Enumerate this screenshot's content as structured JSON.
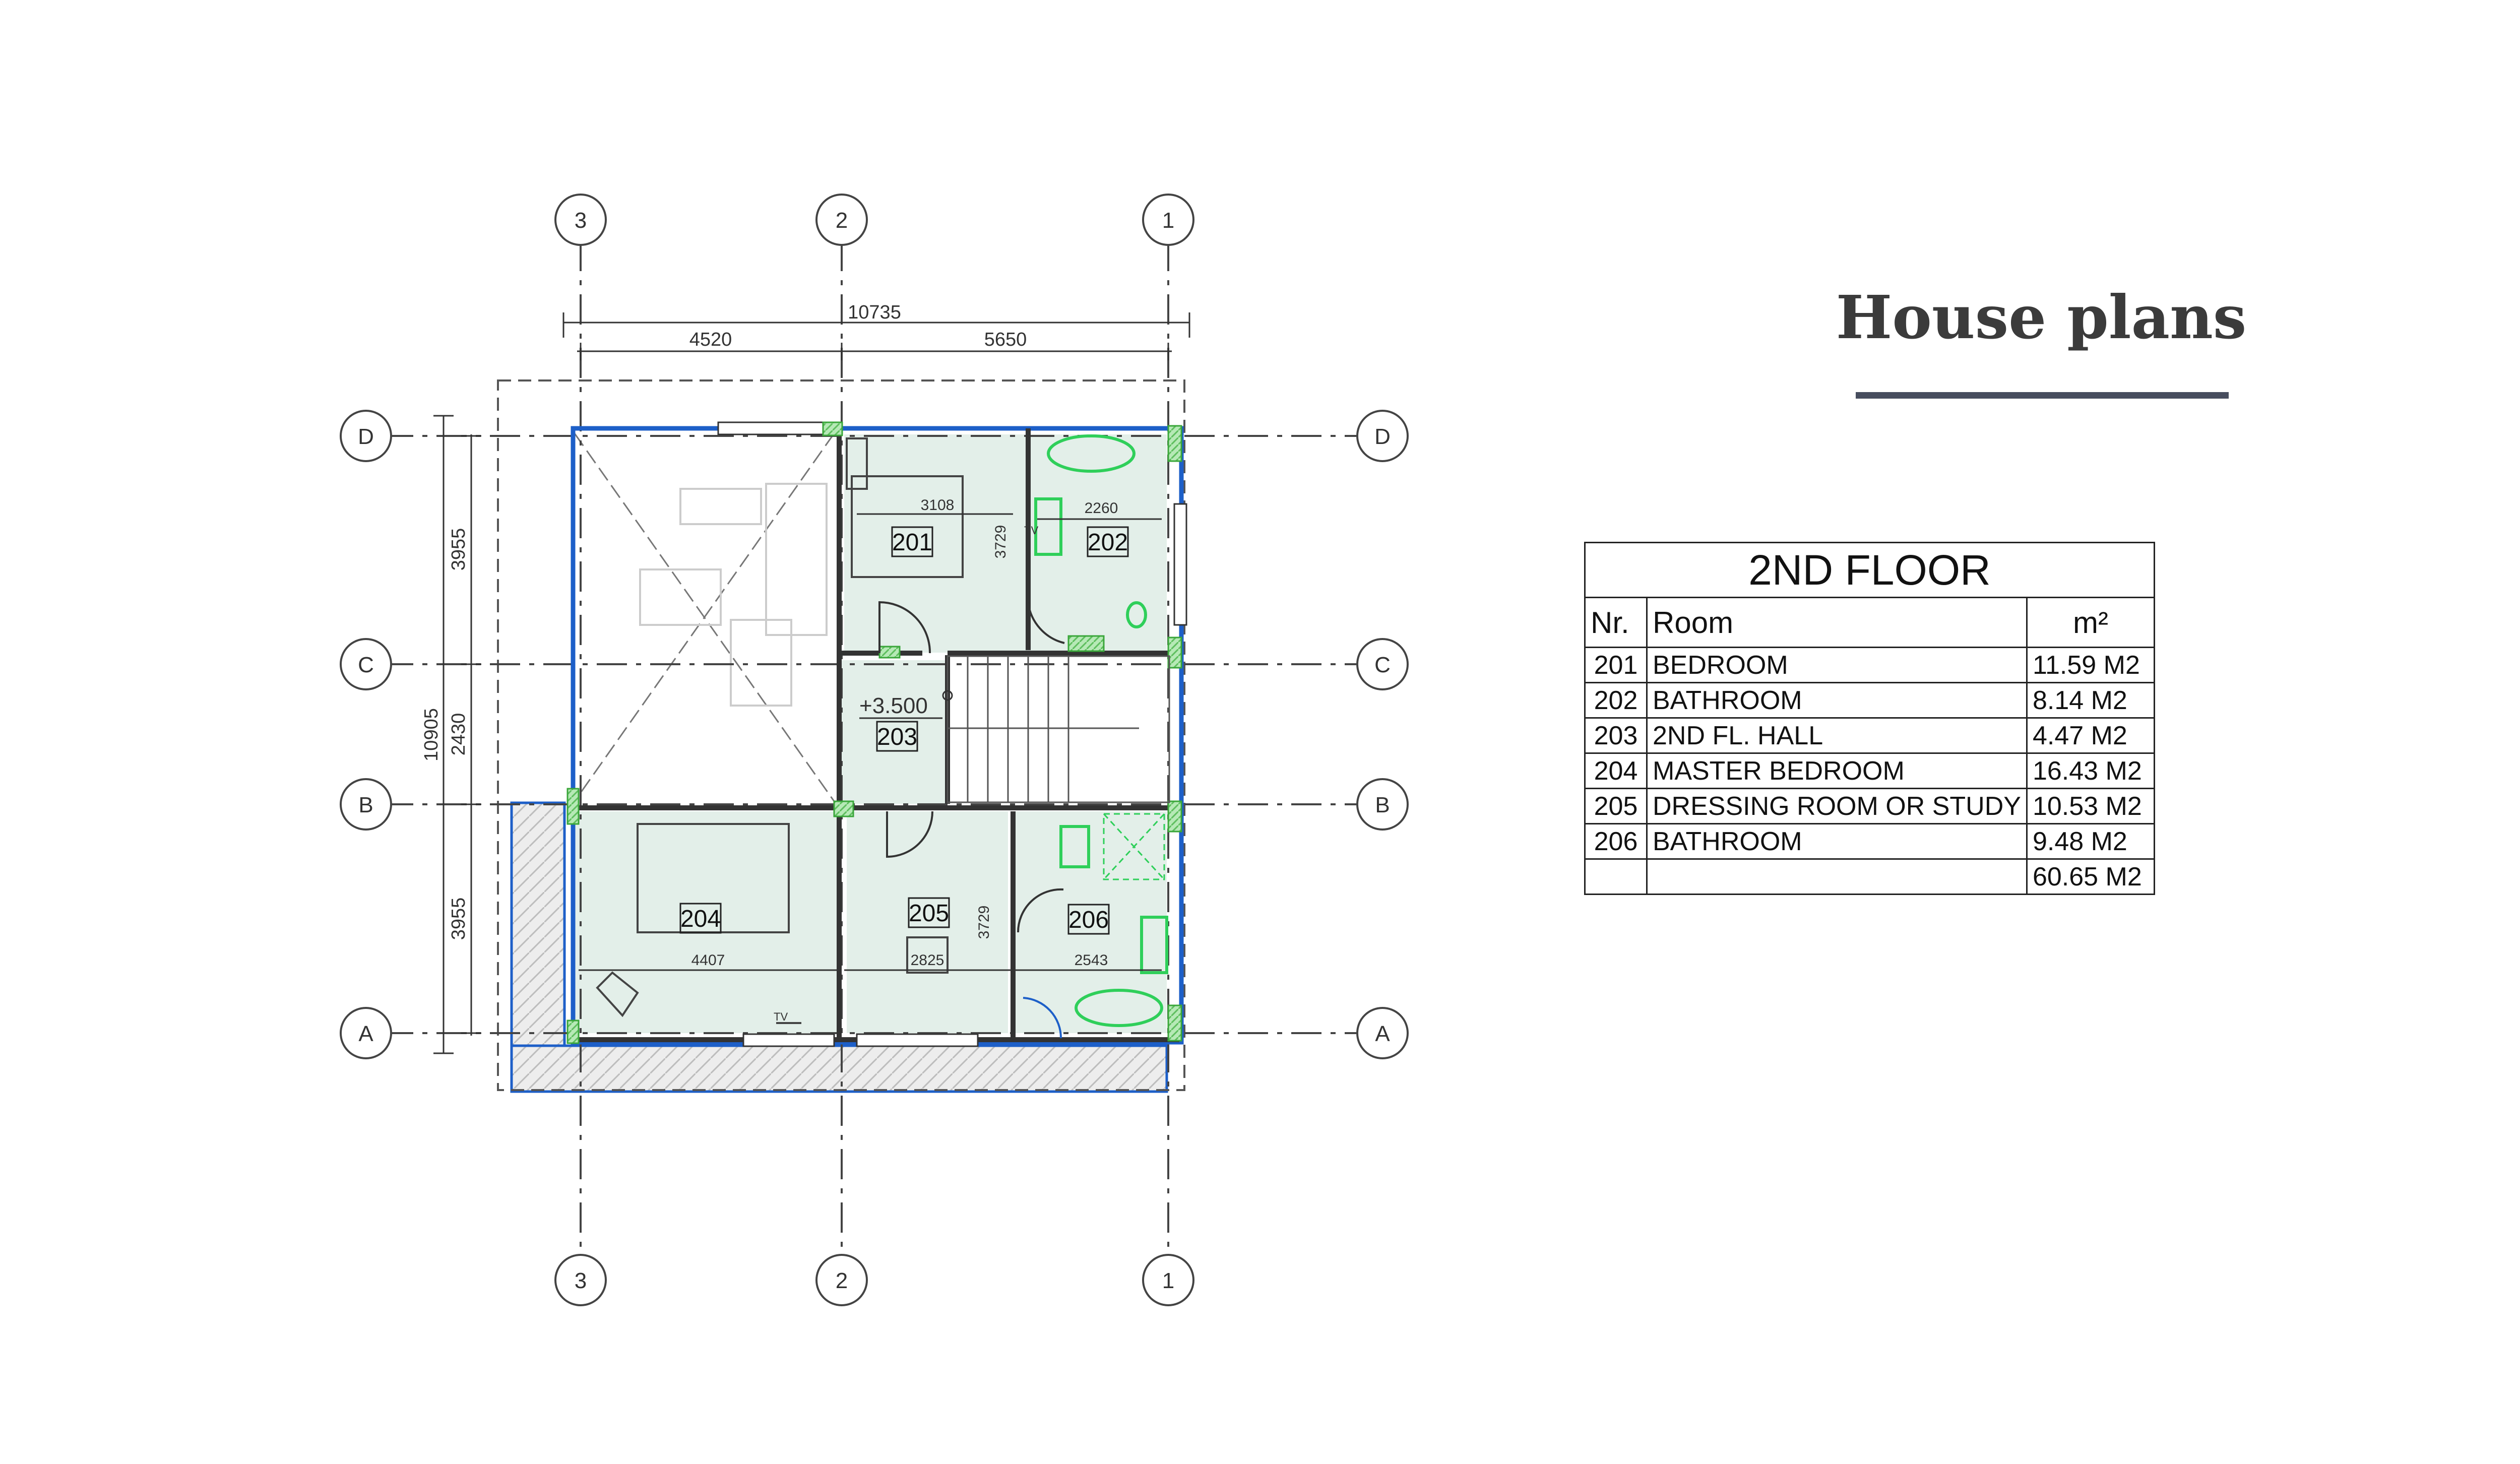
{
  "slide": {
    "title": "House plans",
    "accent_color": "#474d5e"
  },
  "plan": {
    "grid_columns": [
      "3",
      "2",
      "1"
    ],
    "grid_rows": [
      "D",
      "C",
      "B",
      "A"
    ],
    "dims": {
      "overall_width": "10735",
      "width_a": "4520",
      "width_b": "5650",
      "overall_depth": "10905",
      "depth_top": "3955",
      "depth_mid": "2430",
      "depth_bot": "3955",
      "room201_width": "3108",
      "room202_width": "2260",
      "room201_depth": "3729",
      "room204_width": "4407",
      "room205_width": "2825",
      "room206_width": "2543",
      "room205_depth": "3729"
    },
    "level": "+3.500",
    "rooms": [
      "201",
      "202",
      "203",
      "204",
      "205",
      "206"
    ],
    "tv_label": "TV",
    "colors": {
      "room_fill": "#e3efe9",
      "wall": "#1d5fc8",
      "column": "#7ed67e",
      "fixture": "#2fcf5a"
    }
  },
  "table": {
    "title": "2ND FLOOR",
    "headers": [
      "Nr.",
      "Room",
      "m²"
    ],
    "rows": [
      {
        "nr": "201",
        "room": "BEDROOM",
        "area": "11.59 M2"
      },
      {
        "nr": "202",
        "room": "BATHROOM",
        "area": "8.14 M2"
      },
      {
        "nr": "203",
        "room": "2ND FL. HALL",
        "area": "4.47 M2"
      },
      {
        "nr": "204",
        "room": "MASTER BEDROOM",
        "area": "16.43 M2"
      },
      {
        "nr": "205",
        "room": "DRESSING ROOM OR STUDY",
        "area": "10.53 M2"
      },
      {
        "nr": "206",
        "room": "BATHROOM",
        "area": "9.48 M2"
      }
    ],
    "total": "60.65 M2"
  }
}
